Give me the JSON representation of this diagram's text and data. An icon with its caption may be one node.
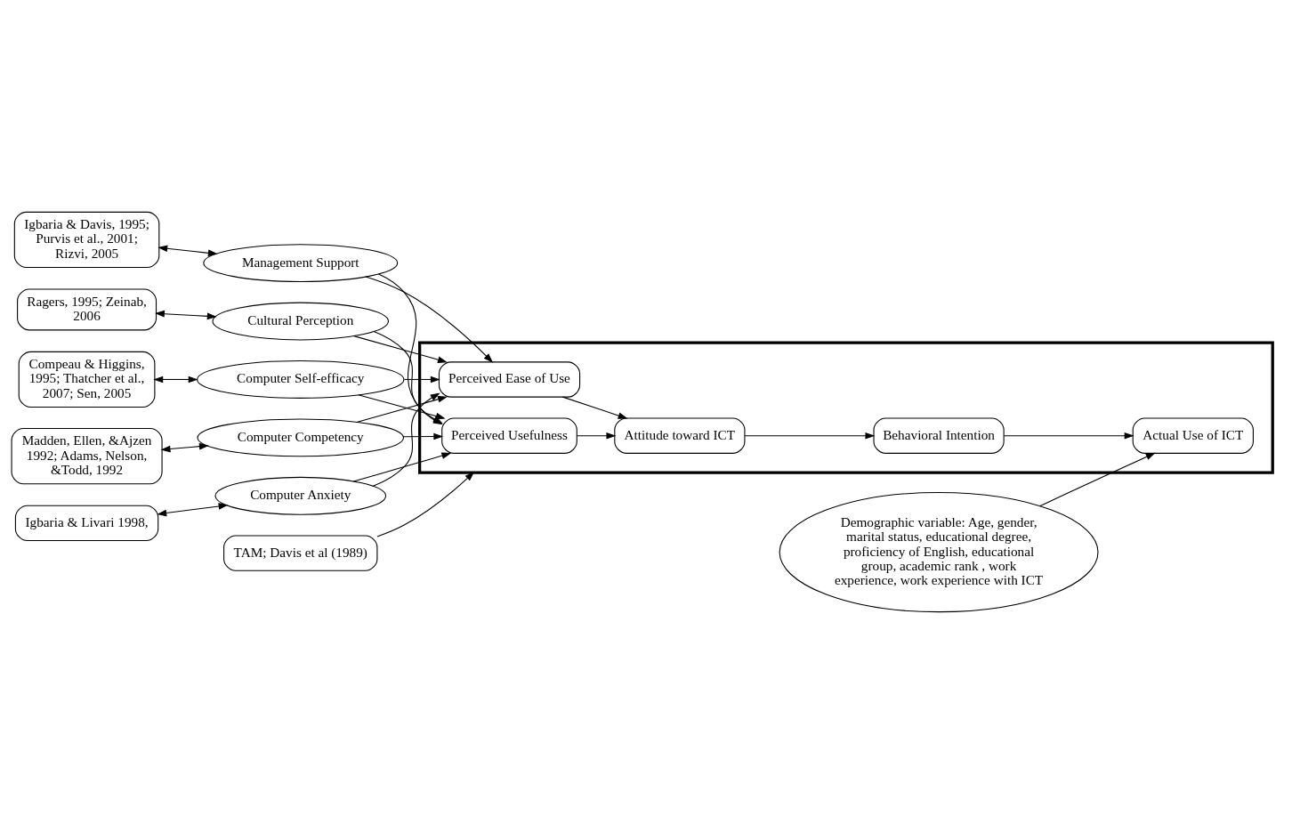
{
  "diagram": {
    "nodes": [
      {
        "text": [
          "Compeau & Higgins, 1995; Thatcher et al., 2007; Sen, 2005"
        ]
      },
      {
        "text": [
          "Computer Self-efficacy"
        ]
      },
      {
        "text": [
          "Madden, Ellen, &Ajzen 1992; Adams, Nelson, &Todd, 1992"
        ]
      },
      {
        "text": [
          "Computer Competency"
        ]
      },
      {
        "text": [
          "Igbaria & Livari 1998,"
        ]
      },
      {
        "text": [
          "Computer Anxiety"
        ]
      },
      {
        "text": [
          "Igbaria & Davis, 1995; Purvis et al., 2001; Rizvi, 2005"
        ]
      },
      {
        "text": [
          "Management Support"
        ]
      },
      {
        "text": [
          "Ragers, 1995; Zeinab, 2006"
        ]
      },
      {
        "text": [
          "Cultural Perception"
        ]
      },
      {
        "text": [
          "TAM; Davis et al (1989)"
        ]
      },
      {
        "text": [],
        "shape": "box"
      },
      {
        "text": [
          "Perceived Usefulness"
        ],
        "in": 11
      },
      {
        "text": [
          "Perceived Ease of Use"
        ],
        "in": 11
      },
      {
        "text": [
          "Attitude toward ICT"
        ],
        "in": 11
      },
      {
        "text": [
          "Behavioral Intention"
        ],
        "in": 11
      },
      {
        "text": [
          "Actual Use of ICT"
        ],
        "in": 11
      },
      {
        "text": [
          "Demographic variable: Age, gender, marital status, educational degree, proficiency of English, educational group, academic rank , work experience, work experience with ICT"
        ]
      }
    ],
    "edges": [
      {
        "from": 0,
        "to": 1,
        "arrow": "both"
      },
      {
        "from": 2,
        "to": 3,
        "arrow": "both"
      },
      {
        "from": 4,
        "to": 5,
        "arrow": "both"
      },
      {
        "from": 6,
        "to": 7,
        "arrow": "both"
      },
      {
        "from": 8,
        "to": 9,
        "arrow": "both"
      },
      {
        "from": 1,
        "to": 12,
        "arrow": "to"
      },
      {
        "from": 1,
        "to": 13,
        "arrow": "to"
      },
      {
        "from": 3,
        "to": 12,
        "arrow": "to"
      },
      {
        "from": 3,
        "to": 13,
        "arrow": "to"
      },
      {
        "from": 5,
        "to": 12,
        "arrow": "to"
      },
      {
        "from": 5,
        "to": 13,
        "arrow": "to"
      },
      {
        "from": 7,
        "to": 12,
        "arrow": "to"
      },
      {
        "from": 7,
        "to": 13,
        "arrow": "to"
      },
      {
        "from": 9,
        "to": 12,
        "arrow": "to"
      },
      {
        "from": 9,
        "to": 13,
        "arrow": "to"
      },
      {
        "from": 12,
        "to": 14,
        "arrow": "to"
      },
      {
        "from": 13,
        "to": 14,
        "arrow": "to"
      },
      {
        "from": 14,
        "to": 15,
        "arrow": "to"
      },
      {
        "from": 15,
        "to": 16,
        "arrow": "to"
      },
      {
        "from": 10,
        "to": 11,
        "arrow": "to"
      },
      {
        "from": 17,
        "to": 16,
        "arrow": "to"
      }
    ]
  }
}
